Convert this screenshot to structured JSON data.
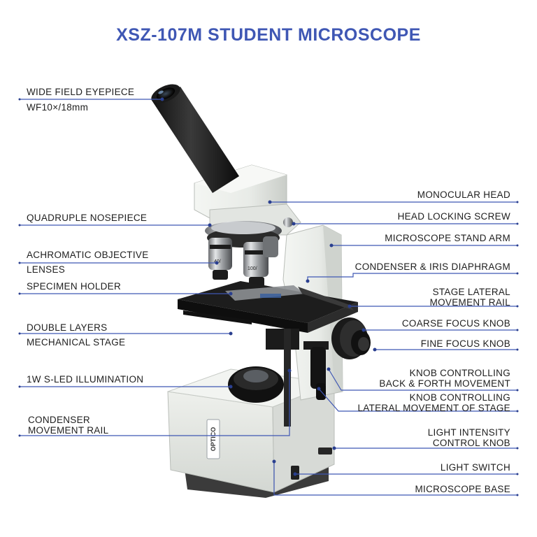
{
  "title": "XSZ-107M STUDENT MICROSCOPE",
  "colors": {
    "title": "#3f57b4",
    "leader": "#3f57b4",
    "dot": "#2a3f8f",
    "microscope_body": "#ecefeb",
    "stage": "#1f1f1f"
  },
  "brand_logo": "OPTICO",
  "objective_marks": [
    "100/",
    "40/"
  ],
  "labels": {
    "eyepiece": [
      "WIDE FIELD EYEPIECE",
      "WF10×/18mm"
    ],
    "nosepiece": [
      "QUADRUPLE NOSEPIECE"
    ],
    "objectives": [
      "ACHROMATIC OBJECTIVE",
      "LENSES"
    ],
    "specimen_holder": [
      "SPECIMEN HOLDER"
    ],
    "mech_stage": [
      "DOUBLE LAYERS",
      "MECHANICAL STAGE"
    ],
    "illumination": [
      "1W S-LED ILLUMINATION"
    ],
    "condenser_rail": [
      "CONDENSER",
      "MOVEMENT RAIL"
    ],
    "monocular_head": [
      "MONOCULAR HEAD"
    ],
    "head_screw": [
      "HEAD LOCKING SCREW"
    ],
    "stand_arm": [
      "MICROSCOPE STAND ARM"
    ],
    "condenser": [
      "CONDENSER & IRIS DIAPHRAGM"
    ],
    "stage_rail": [
      "STAGE LATERAL",
      "MOVEMENT RAIL"
    ],
    "coarse": [
      "COARSE FOCUS KNOB"
    ],
    "fine": [
      "FINE FOCUS KNOB"
    ],
    "knob_bf": [
      "KNOB CONTROLLING",
      "BACK & FORTH MOVEMENT"
    ],
    "knob_lat": [
      "KNOB CONTROLLING",
      "LATERAL MOVEMENT OF STAGE"
    ],
    "light_intensity": [
      "LIGHT INTENSITY",
      "CONTROL KNOB"
    ],
    "light_switch": [
      "LIGHT SWITCH"
    ],
    "base": [
      "MICROSCOPE BASE"
    ]
  }
}
